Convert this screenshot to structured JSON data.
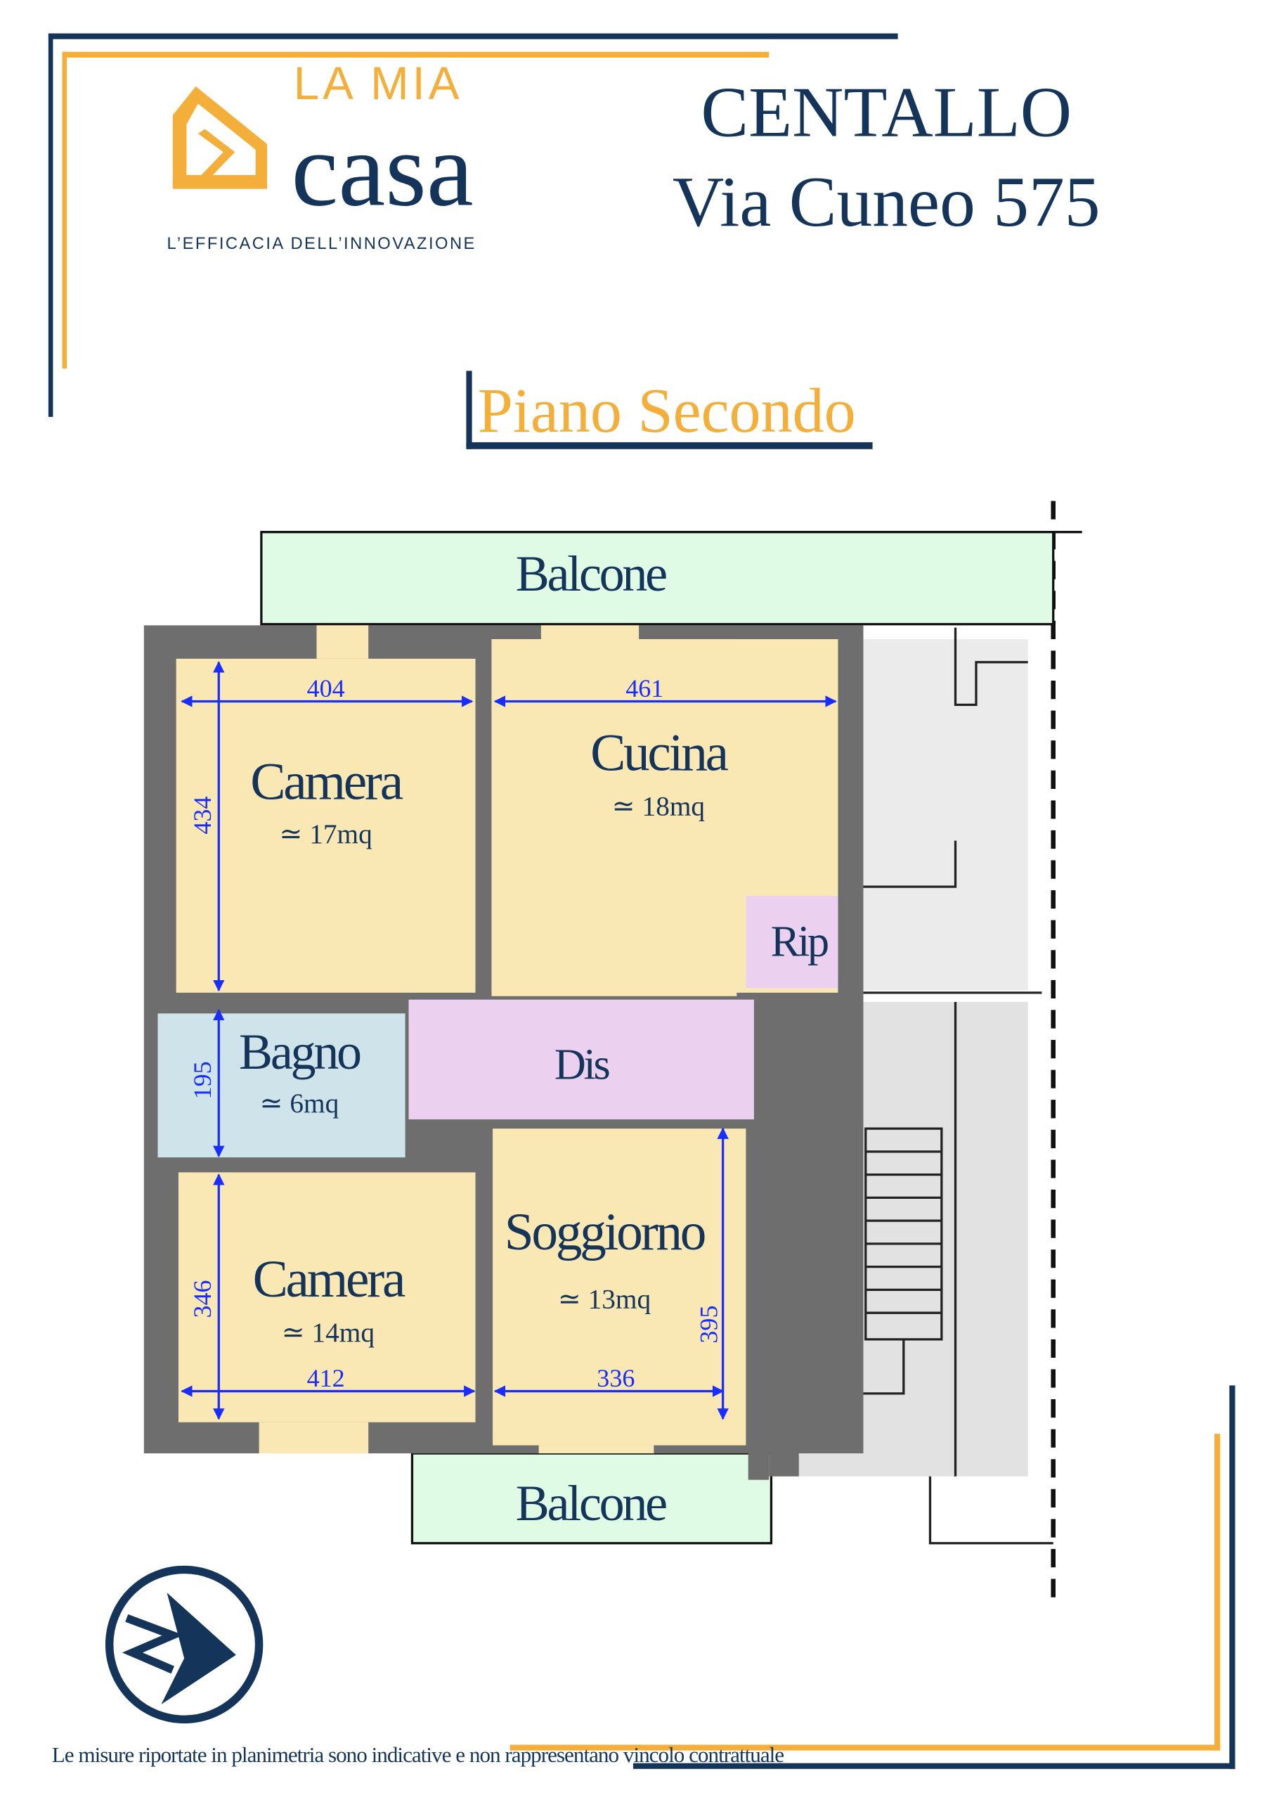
{
  "brand": {
    "logo_top": "LA MIA",
    "logo_main": "casa",
    "tagline": "L’EFFICACIA DELL’INNOVAZIONE"
  },
  "header": {
    "city": "CENTALLO",
    "address": "Via Cuneo 575"
  },
  "floor_title": "Piano Secondo",
  "colors": {
    "navy": "#15345a",
    "orange": "#f4ae3a",
    "room_yellow": "#f9e7b4",
    "bath_blue": "#cfe3ea",
    "hall_pink": "#ecd0ef",
    "balcony_green": "#dffbe6",
    "dimension_blue": "#1a2dff",
    "wall_gray": "#6e6e6e"
  },
  "plan": {
    "balcony_top": "Balcone",
    "balcony_bottom": "Balcone",
    "rooms": {
      "camera1": {
        "name": "Camera",
        "area": "≃ 17mq",
        "width": "404",
        "depth": "434"
      },
      "cucina": {
        "name": "Cucina",
        "area": "≃ 18mq",
        "width": "461"
      },
      "rip": {
        "name": "Rip"
      },
      "bagno": {
        "name": "Bagno",
        "area": "≃ 6mq",
        "depth": "195"
      },
      "dis": {
        "name": "Dis"
      },
      "camera2": {
        "name": "Camera",
        "area": "≃ 14mq",
        "width": "412",
        "depth": "346"
      },
      "soggiorno": {
        "name": "Soggiorno",
        "area": "≃ 13mq",
        "width": "336",
        "depth": "395"
      }
    }
  },
  "disclaimer": "Le misure riportate in planimetria sono indicative e non rappresentano vincolo contrattuale"
}
